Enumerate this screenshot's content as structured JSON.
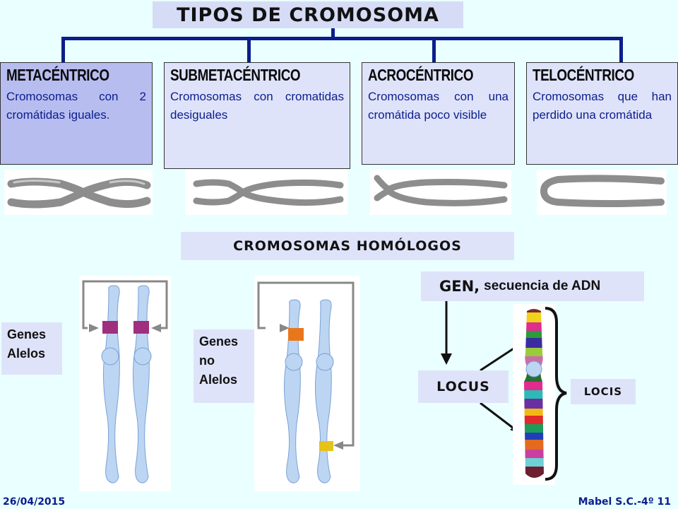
{
  "title": "TIPOS DE CROMOSOMA",
  "types": [
    {
      "title": "METACÉNTRICO",
      "description": "Cromosomas con 2 cromátidas iguales."
    },
    {
      "title": "SUBMETACÉNTRICO",
      "description": "Cromosomas con cromatidas desiguales"
    },
    {
      "title": "ACROCÉNTRICO",
      "description": "Cromosomas con una cromátida poco visible"
    },
    {
      "title": "TELOCÉNTRICO",
      "description": "Cromosomas que han perdido una cromátida"
    }
  ],
  "homologous_title": "CROMOSOMAS  HOMÓLOGOS",
  "labels": {
    "genes_alelos_1": "Genes",
    "genes_alelos_2": "Alelos",
    "genes_no_alelos_1": "Genes",
    "genes_no_alelos_2": "no",
    "genes_no_alelos_3": "Alelos",
    "gen_strong": "GEN,",
    "gen_rest": "secuencia de ADN",
    "locus": "LOCUS",
    "locis": "LOCIS"
  },
  "footer": {
    "date": "26/04/2015",
    "author": "Mabel S.C.-4º 11"
  },
  "colors": {
    "connector": "#0b1e8c",
    "box_blue": "#b8bdf0",
    "box_light": "#dfe3fa",
    "background": "#eaffff"
  }
}
